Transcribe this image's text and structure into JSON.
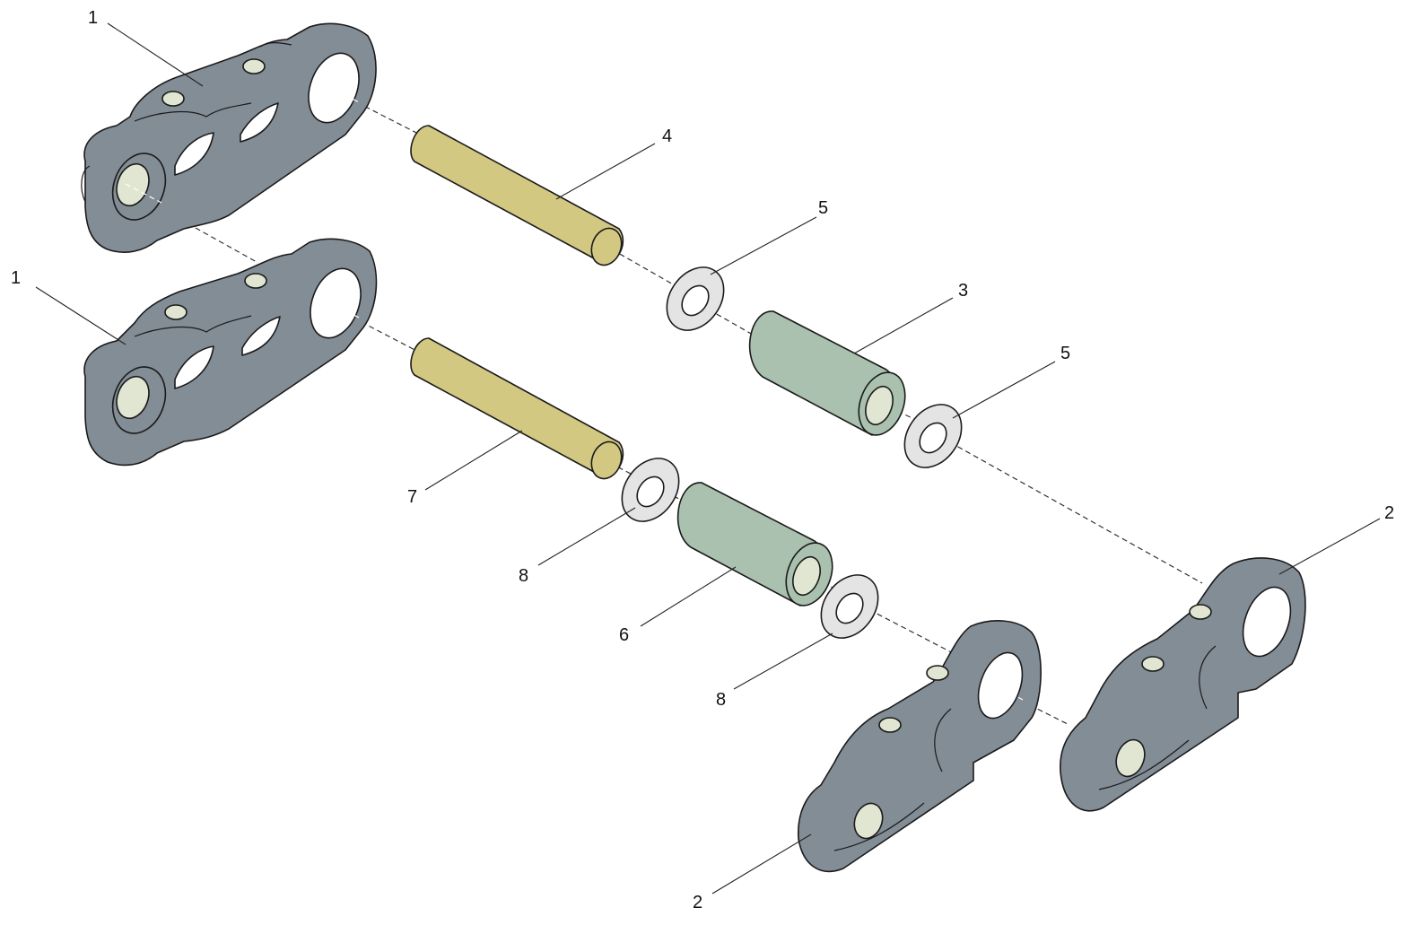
{
  "diagram": {
    "callouts": [
      {
        "id": "c1a",
        "label": "1"
      },
      {
        "id": "c1b",
        "label": "1"
      },
      {
        "id": "c4",
        "label": "4"
      },
      {
        "id": "c5a",
        "label": "5"
      },
      {
        "id": "c3",
        "label": "3"
      },
      {
        "id": "c5b",
        "label": "5"
      },
      {
        "id": "c7",
        "label": "7"
      },
      {
        "id": "c8a",
        "label": "8"
      },
      {
        "id": "c6",
        "label": "6"
      },
      {
        "id": "c8b",
        "label": "8"
      },
      {
        "id": "c2a",
        "label": "2"
      },
      {
        "id": "c2b",
        "label": "2"
      }
    ]
  },
  "colors": {
    "link_plate": "#838d96",
    "pin": "#d2c882",
    "bushing": "#a9c1ae",
    "bore": "#e1e6d2",
    "washer": "#e4e4e4",
    "outline": "#1a1a1a"
  }
}
